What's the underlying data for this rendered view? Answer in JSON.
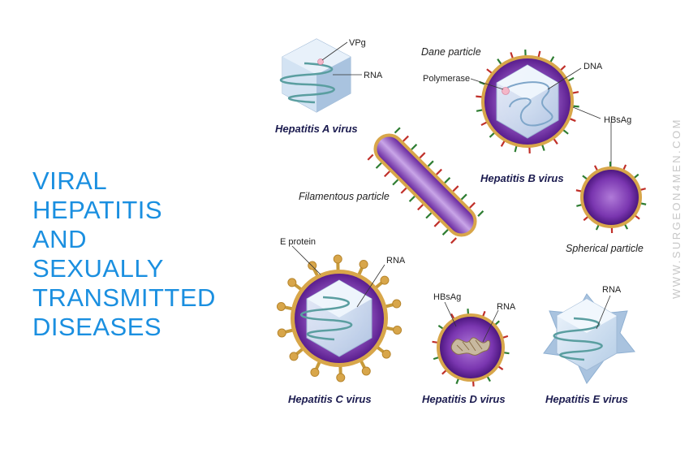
{
  "title_lines": [
    "VIRAL",
    "HEPATITIS",
    "AND",
    "SEXUALLY",
    "TRANSMITTED",
    "DISEASES"
  ],
  "watermark": "WWW.SURGEON4MEN.COM",
  "viruses": {
    "hep_a": {
      "caption": "Hepatitis A virus",
      "label_vpg": "VPg",
      "label_rna": "RNA"
    },
    "hep_b": {
      "caption": "Hepatitis B virus",
      "label_dane": "Dane particle",
      "label_polymerase": "Polymerase",
      "label_dna": "DNA",
      "label_hbsag": "HBsAg"
    },
    "filamentous": {
      "caption": "Filamentous particle"
    },
    "spherical": {
      "caption": "Spherical particle"
    },
    "hep_c": {
      "caption": "Hepatitis C virus",
      "label_eprotein": "E protein",
      "label_rna": "RNA"
    },
    "hep_d": {
      "caption": "Hepatitis D virus",
      "label_hbsag": "HBsAg",
      "label_rna": "RNA"
    },
    "hep_e": {
      "caption": "Hepatitis E virus",
      "label_rna": "RNA"
    }
  },
  "colors": {
    "title": "#1a8fe0",
    "caption": "#1a1a4e",
    "envelope": "#d8a64a",
    "core": "#6a2aa0",
    "capsid": "#c8ddf0",
    "spike_red": "#c0302a",
    "spike_green": "#2e7d32",
    "watermark": "#c7c7c7"
  }
}
